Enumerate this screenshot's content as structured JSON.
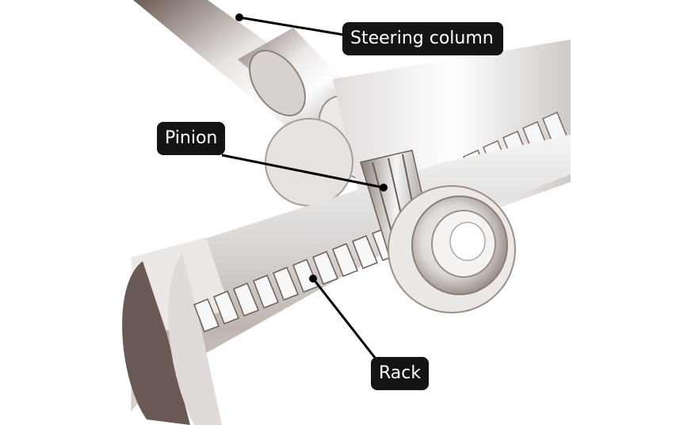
{
  "labels": {
    "steering_column": "Steering column",
    "pinion": "Pinion",
    "rack": "Rack"
  },
  "colors": {
    "background": "#ffffff",
    "label_bg": "#141414",
    "label_text": "#ffffff",
    "metal_light": "#f2f2f2",
    "metal_mid": "#c9c4c1",
    "metal_dark": "#5a4a45",
    "leader_line": "#000000"
  }
}
